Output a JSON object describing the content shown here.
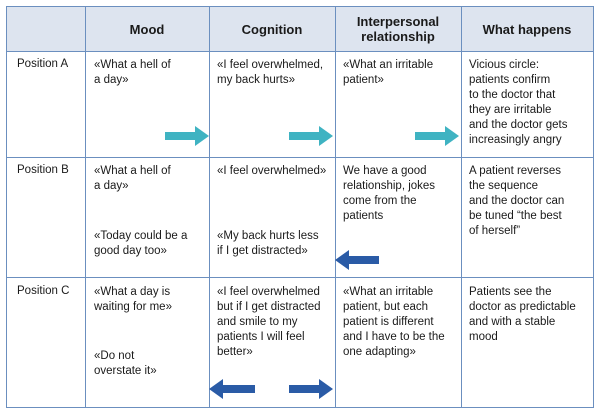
{
  "colors": {
    "border": "#6b8fbf",
    "header_bg": "#dde4ef",
    "teal_arrow": "#3fb3c2",
    "blue_arrow": "#2a5ba6"
  },
  "header": {
    "col1": "",
    "col2": "Mood",
    "col3": "Cognition",
    "col4": "Interpersonal\nrelationship",
    "col5": "What happens"
  },
  "rows": [
    {
      "label": "Position  A",
      "mood": [
        "«What a hell of\na day»"
      ],
      "cognition": [
        "«I feel overwhelmed,\nmy back hurts»"
      ],
      "interpersonal": [
        "«What an irritable\npatient»"
      ],
      "what_happens": "Vicious circle:\npatients confirm\nto the doctor that\nthey are irritable\nand the doctor gets\nincreasingly angry"
    },
    {
      "label": "Position  B",
      "mood": [
        "«What a hell of\na day»",
        "«Today could be a\ngood day too»"
      ],
      "cognition": [
        "«I feel overwhelmed»",
        "«My back hurts less\nif I get distracted»"
      ],
      "interpersonal": [
        "We have a good\nrelationship, jokes\ncome from the\npatients"
      ],
      "what_happens": "A patient reverses\nthe sequence\nand the doctor can\nbe tuned “the best\nof herself”"
    },
    {
      "label": "Position  C",
      "mood": [
        "«What a day is\nwaiting for me»",
        "«Do not\noverstate it»"
      ],
      "cognition": [
        "«I feel overwhelmed\nbut if I get distracted\nand smile to my\npatients I will feel\nbetter»"
      ],
      "interpersonal": [
        "«What an irritable\npatient, but each\npatient is different\nand I have to be the\none adapting»"
      ],
      "what_happens": "Patients see the\ndoctor as predictable\nand with a stable\nmood"
    }
  ]
}
